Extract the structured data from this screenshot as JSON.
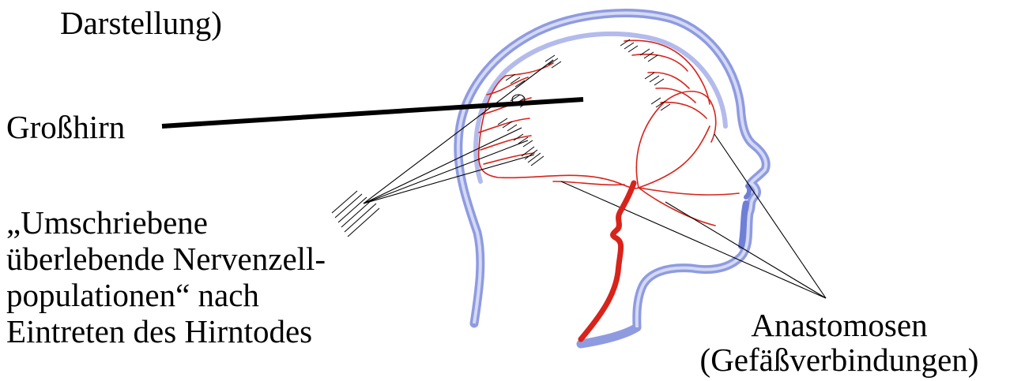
{
  "title_fragment": "Darstellung)",
  "labels": {
    "grosshirn": "Großhirn",
    "populations": [
      "„Umschriebene",
      "überlebende  Nervenzell-",
      "populationen“ nach",
      "Eintreten des Hirntodes"
    ],
    "anastomosen": [
      "Anastomosen",
      "(Gefäßverbindungen)"
    ]
  },
  "colors": {
    "skin_outline": "#8f9be0",
    "skin_inner": "#c9cff2",
    "arteries": "#d8231b",
    "pointer_lines": "#000000"
  }
}
